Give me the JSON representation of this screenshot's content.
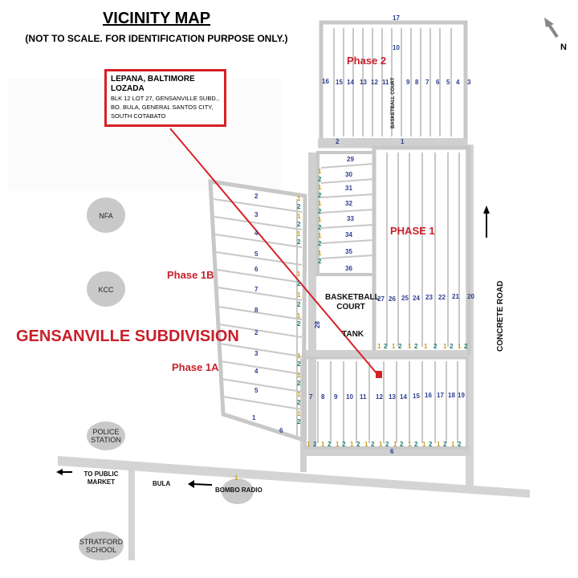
{
  "header": {
    "title": "VICINITY MAP",
    "subtitle": "(NOT TO SCALE. FOR IDENTIFICATION PURPOSE ONLY.)"
  },
  "owner_box": {
    "name": "LEPANA, BALTIMORE LOZADA",
    "address_lines": [
      "BLK 12 LOT 27, GENSANVILLE SUBD.,",
      "BO. BULA, GENERAL SANTOS CITY,",
      "SOUTH COTABATO"
    ]
  },
  "compass": {
    "label": "N"
  },
  "labels": {
    "subdivision": "GENSANVILLE SUBDIVISION",
    "phase2": "Phase 2",
    "phase1": "PHASE 1",
    "phase1b": "Phase 1B",
    "phase1a": "Phase 1A",
    "basketball_court": "BASKETBALL COURT",
    "basketball_court_small": "BASKETBALL COURT",
    "tank": "TANK",
    "concrete_road": "CONCRETE ROAD",
    "to_public_market": "TO PUBLIC MARKET",
    "bula": "BULA",
    "bombo_radio": "BOMBO RADIO"
  },
  "landmarks": {
    "nfa": "NFA",
    "kcc": "KCC",
    "police_station": "POLICE STATION",
    "stratford_school": "STRATFORD SCHOOL"
  },
  "block_numbers": {
    "phase2_top": "17",
    "phase2_row": [
      "16",
      "15",
      "14",
      "13",
      "12",
      "11",
      "10",
      "9",
      "8",
      "7",
      "6",
      "5",
      "4",
      "3"
    ],
    "phase2_road": [
      "2",
      "1"
    ],
    "phase1_upper_left": [
      "29",
      "30",
      "31",
      "32",
      "33",
      "34",
      "35",
      "36"
    ],
    "phase1_right": [
      "27",
      "26",
      "25",
      "24",
      "23",
      "22",
      "21",
      "20"
    ],
    "lower_row": [
      "7",
      "8",
      "9",
      "10",
      "11",
      "12",
      "13",
      "14",
      "15",
      "16",
      "17",
      "18",
      "19"
    ],
    "lower_road": "6",
    "phase1b_left": [
      "2",
      "3",
      "4",
      "5",
      "6",
      "7",
      "8"
    ],
    "phase1a_left": [
      "2",
      "3",
      "4",
      "5",
      "1",
      "6"
    ],
    "divider": "28"
  },
  "colors": {
    "road": "#c8c8c8",
    "lot_line": "#bdbdbd",
    "red": "#d62027",
    "blue": "#2b3d8f",
    "lot_one": "#c8a020",
    "lot_two": "#1b7a6e",
    "bubble": "#c9c9c9"
  }
}
